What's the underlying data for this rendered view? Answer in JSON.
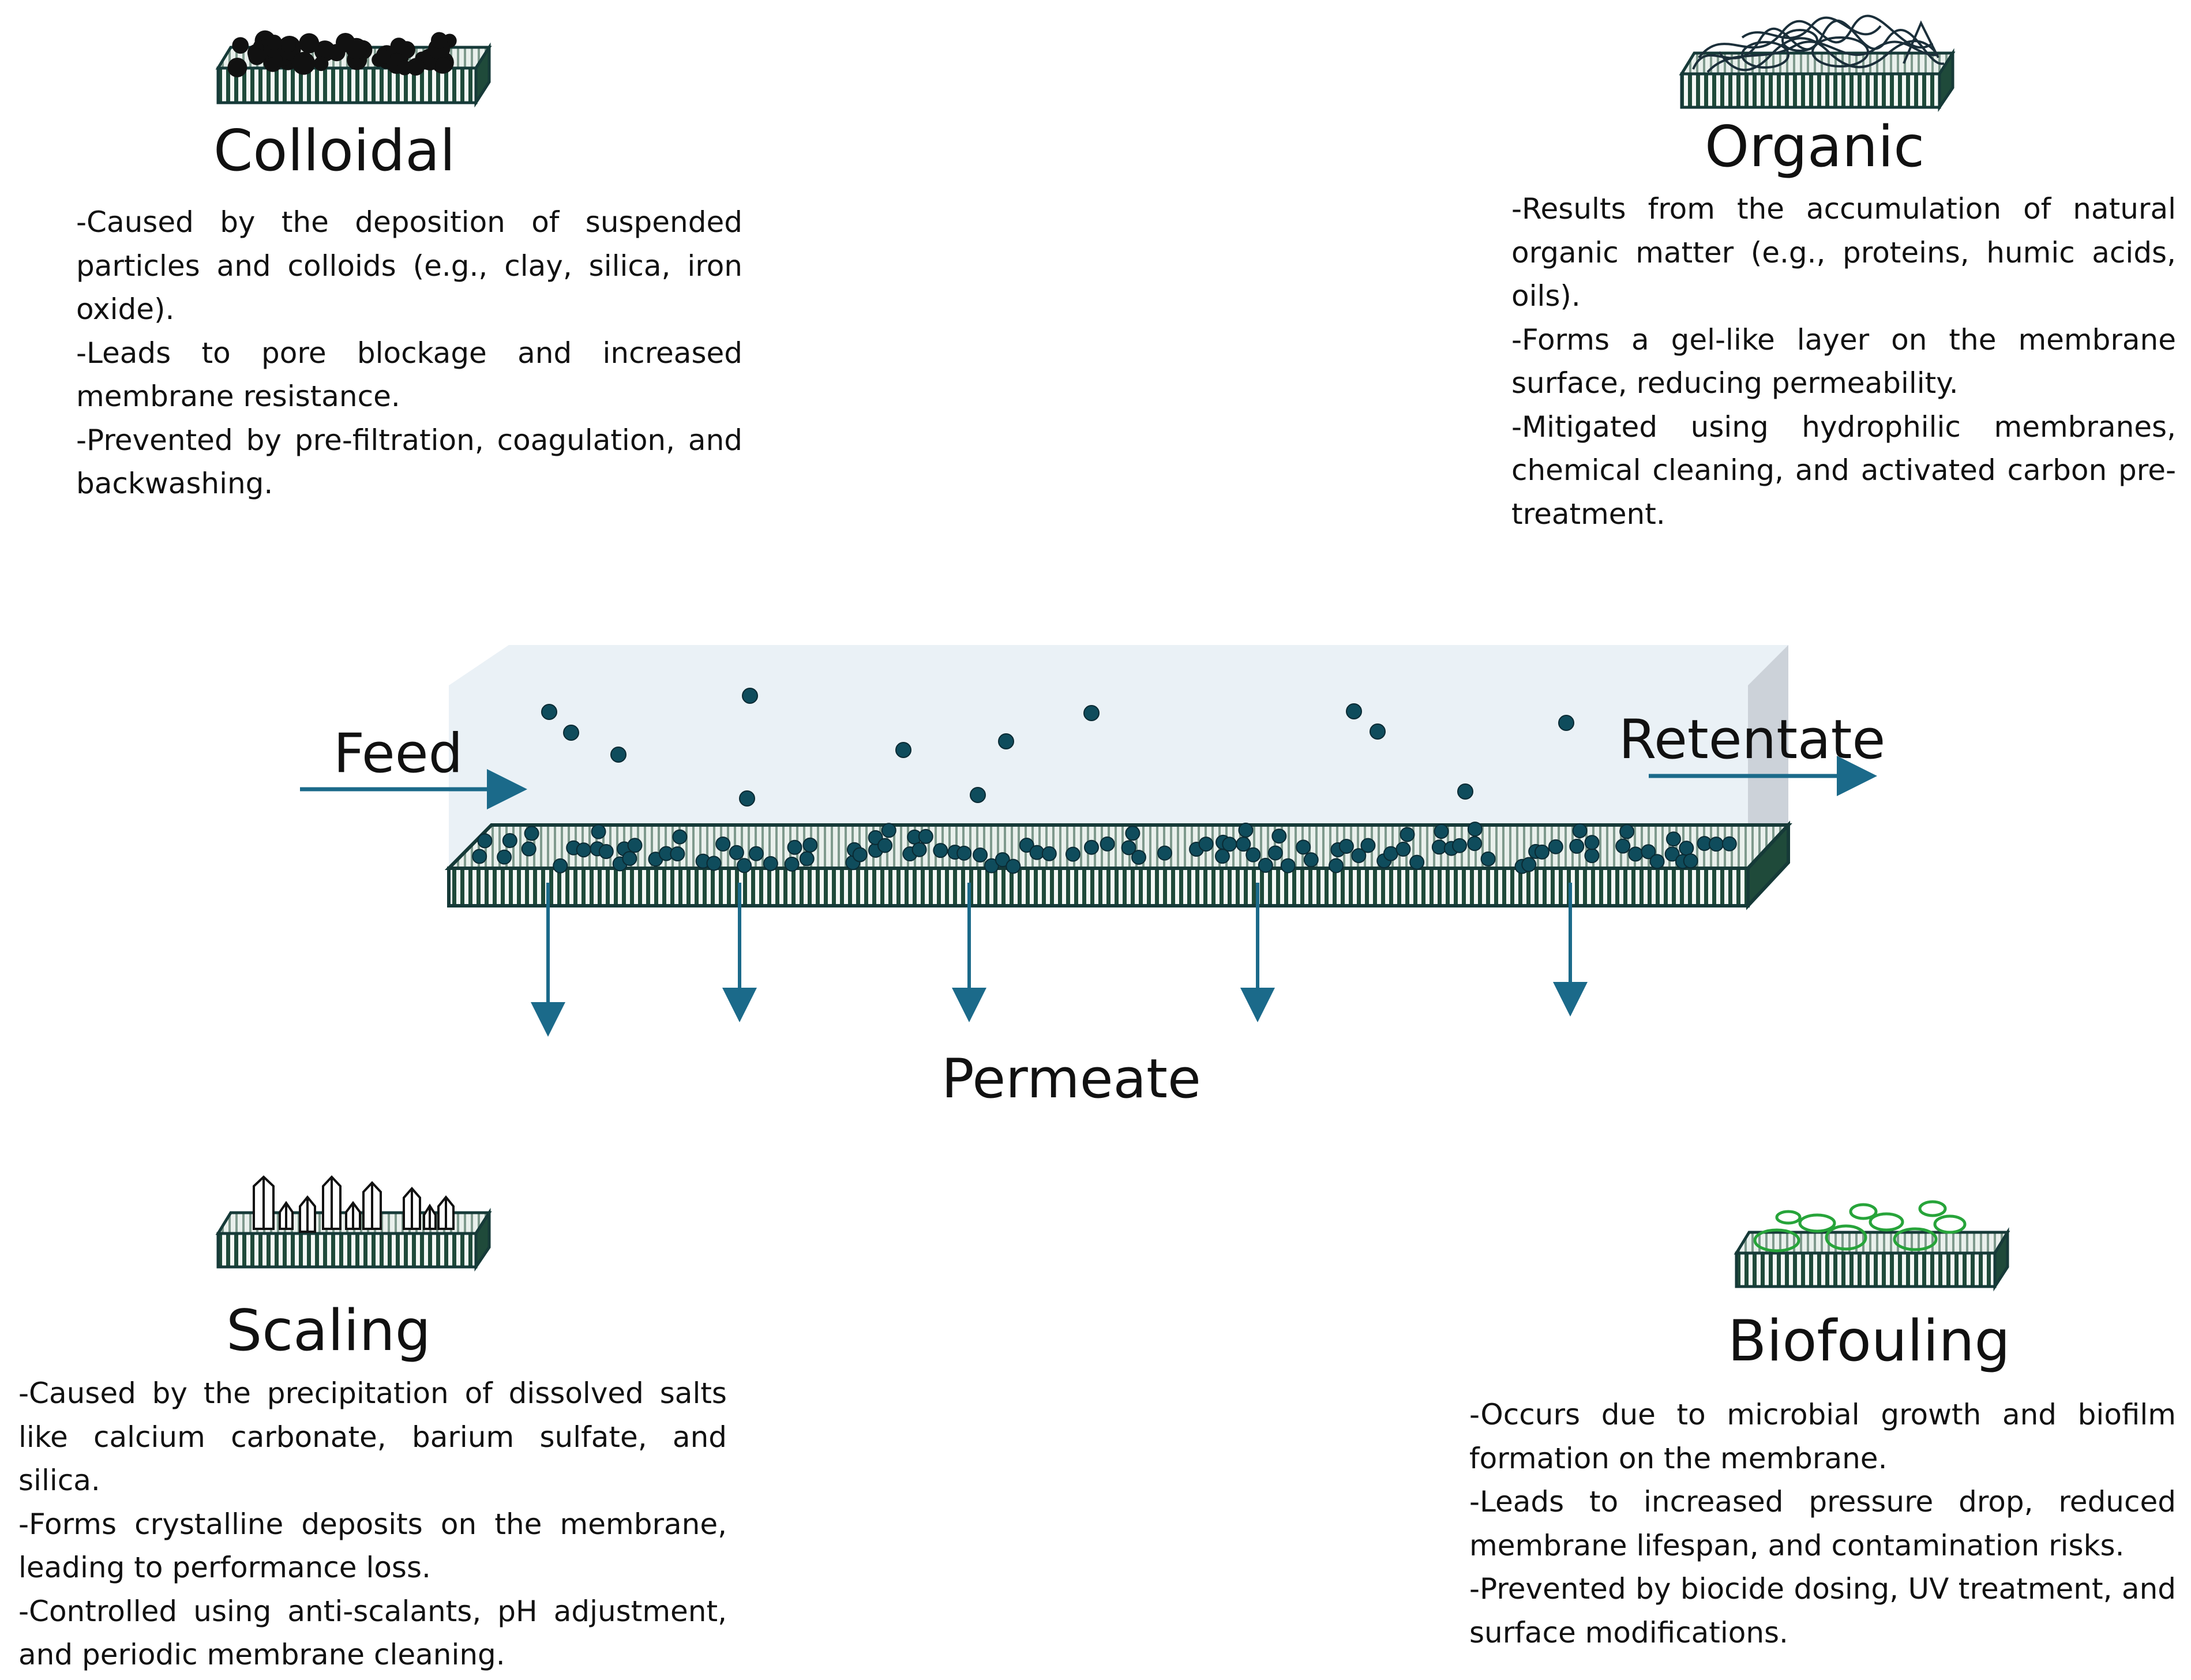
{
  "flow": {
    "feed": "Feed",
    "retentate": "Retentate",
    "permeate": "Permeate"
  },
  "panels": {
    "colloidal": {
      "title": "Colloidal",
      "points": [
        "-Caused by the deposition of suspended particles and colloids (e.g., clay, silica, iron oxide).",
        "-Leads to pore blockage and increased membrane resistance.",
        "-Prevented by pre-filtration, coagulation, and backwashing."
      ]
    },
    "organic": {
      "title": "Organic",
      "points": [
        "-Results from the accumulation of natural organic matter (e.g., proteins, humic acids, oils).",
        "-Forms a gel-like layer on the membrane surface, reducing permeability.",
        "-Mitigated using hydrophilic membranes, chemical cleaning, and activated carbon pre-treatment."
      ]
    },
    "scaling": {
      "title": "Scaling",
      "points": [
        "-Caused by the precipitation of dissolved salts like calcium carbonate, barium sulfate, and silica.",
        "-Forms crystalline deposits on the membrane, leading to performance loss.",
        "-Controlled using anti-scalants, pH adjustment, and periodic membrane cleaning."
      ]
    },
    "biofouling": {
      "title": "Biofouling",
      "points": [
        "-Occurs due to microbial growth and biofilm formation on the membrane.",
        "-Leads to increased pressure drop, reduced membrane lifespan, and contamination risks.",
        "-Prevented by biocide dosing, UV treatment, and surface modifications."
      ]
    }
  },
  "colors": {
    "membrane_stripe": "#1f4a3a",
    "membrane_outline": "#163a38",
    "particle": "#0f4c5c",
    "arrow": "#1b6a8a",
    "channel_fill": "#dfe9f1",
    "biofilm": "#27a43a"
  },
  "icons": {
    "colloidal": "particle-deposit-icon",
    "organic": "organic-tangle-icon",
    "scaling": "crystal-icon",
    "biofouling": "microbe-icon"
  }
}
